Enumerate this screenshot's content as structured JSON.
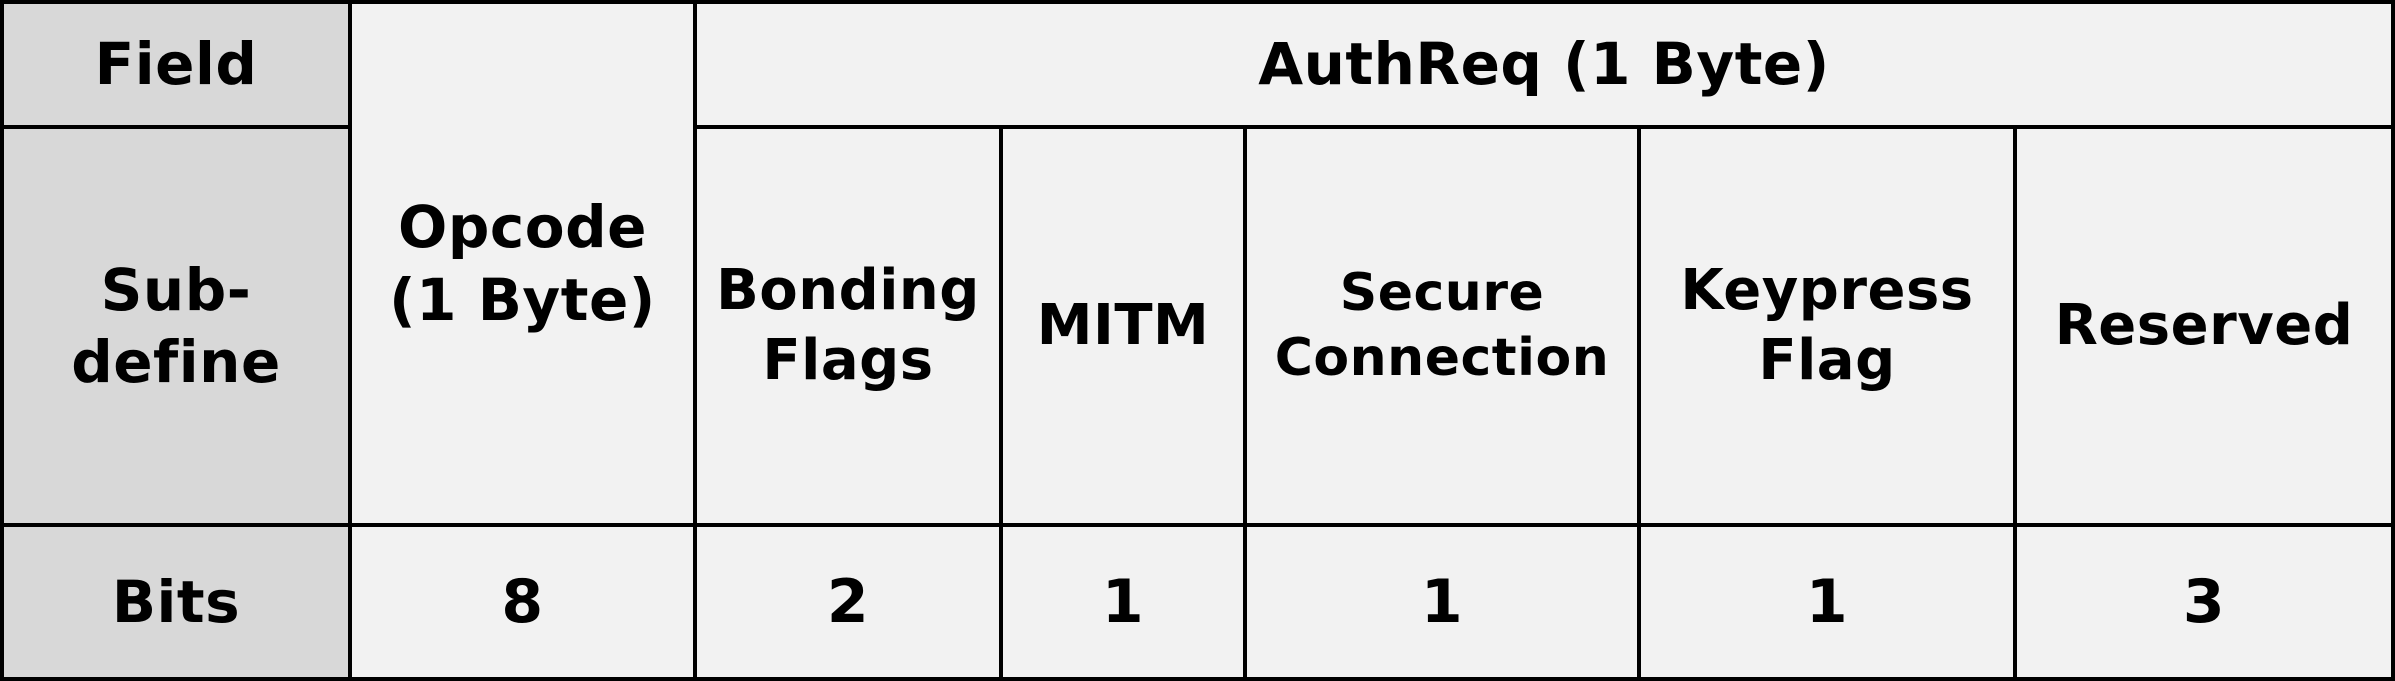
{
  "table": {
    "row_labels": {
      "field": "Field",
      "subdefine": "Sub-\ndefine",
      "bits": "Bits"
    },
    "opcode": {
      "label": "Opcode\n(1 Byte)",
      "bits": "8"
    },
    "authreq": {
      "label": "AuthReq (1 Byte)",
      "subfields": [
        {
          "label": "Bonding\nFlags",
          "bits": "2"
        },
        {
          "label": "MITM",
          "bits": "1"
        },
        {
          "label": "Secure\nConnection",
          "bits": "1"
        },
        {
          "label": "Keypress\nFlag",
          "bits": "1"
        },
        {
          "label": "Reserved",
          "bits": "3"
        }
      ]
    },
    "colors": {
      "label_bg": "#d8d8d8",
      "cell_bg": "#f2f2f2",
      "border": "#000000"
    }
  }
}
